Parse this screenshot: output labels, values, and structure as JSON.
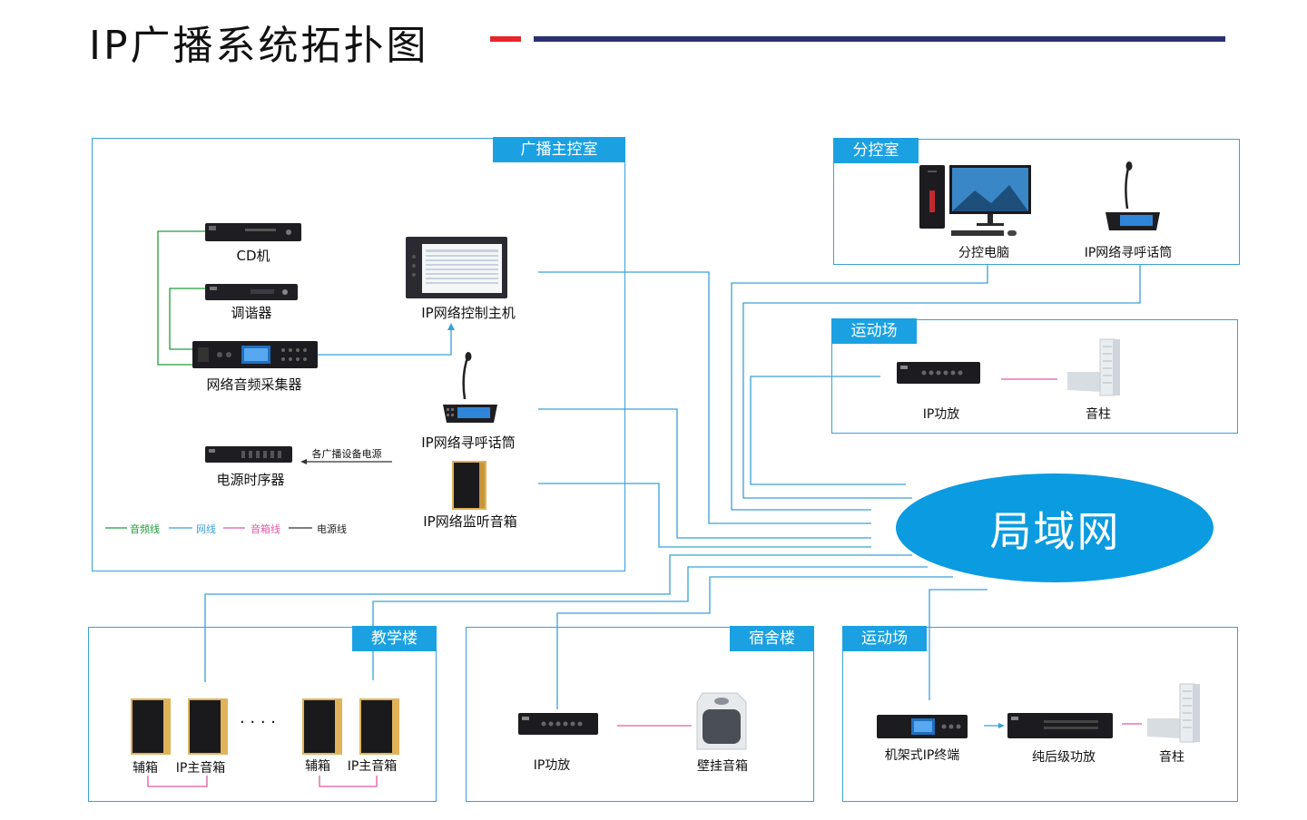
{
  "header": {
    "title": "IP广播系统拓扑图"
  },
  "colors": {
    "accent_red": "#e8262a",
    "accent_navy": "#2a3170",
    "room_border": "#3aa0d8",
    "room_tag": "#1ba1e2",
    "lan_fill": "#0b9be0",
    "audio_line": "#1f9d3a",
    "network_line": "#3aa0d8",
    "speaker_line": "#e05aa5",
    "power_line": "#333333"
  },
  "rooms": {
    "main_control": {
      "tag": "广播主控室",
      "devices": {
        "cd": "CD机",
        "tuner": "调谐器",
        "collector": "网络音频采集器",
        "power_seq": "电源时序器",
        "power_note": "各广播设备电源",
        "host": "IP网络控制主机",
        "paging": "IP网络寻呼话筒",
        "monitor": "IP网络监听音箱"
      },
      "legend": {
        "audio": "音频线",
        "network": "网线",
        "speaker": "音箱线",
        "power": "电源线"
      }
    },
    "sub_control": {
      "tag": "分控室",
      "devices": {
        "pc": "分控电脑",
        "paging": "IP网络寻呼话筒"
      }
    },
    "sports_top": {
      "tag": "运动场",
      "devices": {
        "amp": "IP功放",
        "column": "音柱"
      }
    },
    "teaching": {
      "tag": "教学楼",
      "devices": {
        "aux1": "辅箱",
        "main1": "IP主音箱",
        "dots": "· · · ·",
        "aux2": "辅箱",
        "main2": "IP主音箱"
      }
    },
    "dorm": {
      "tag": "宿舍楼",
      "devices": {
        "amp": "IP功放",
        "wall": "壁挂音箱"
      }
    },
    "sports_bottom": {
      "tag": "运动场",
      "devices": {
        "terminal": "机架式IP终端",
        "post_amp": "纯后级功放",
        "column": "音柱"
      }
    }
  },
  "lan": {
    "label": "局域网"
  }
}
